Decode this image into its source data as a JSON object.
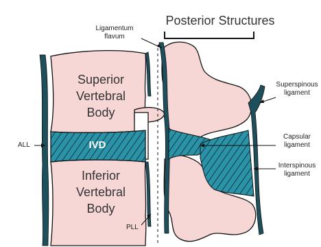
{
  "title": "Posterior Structures",
  "labels": {
    "ligamentum_flavum": "Ligamentum\nflavum",
    "superior_body": "Superior\nVertebral\nBody",
    "inferior_body": "Inferior\nVertebral\nBody",
    "ivd": "IVD",
    "all": "ALL",
    "pll": "PLL",
    "supraspinous": "Superspinous\nligament",
    "capsular": "Capsular\nligament",
    "interspinous": "Interspinous\nligament"
  },
  "colors": {
    "bone": "#f7d6d6",
    "ligament": "#1e4f5c",
    "disc": "#2a93a8",
    "outline": "#111111"
  }
}
